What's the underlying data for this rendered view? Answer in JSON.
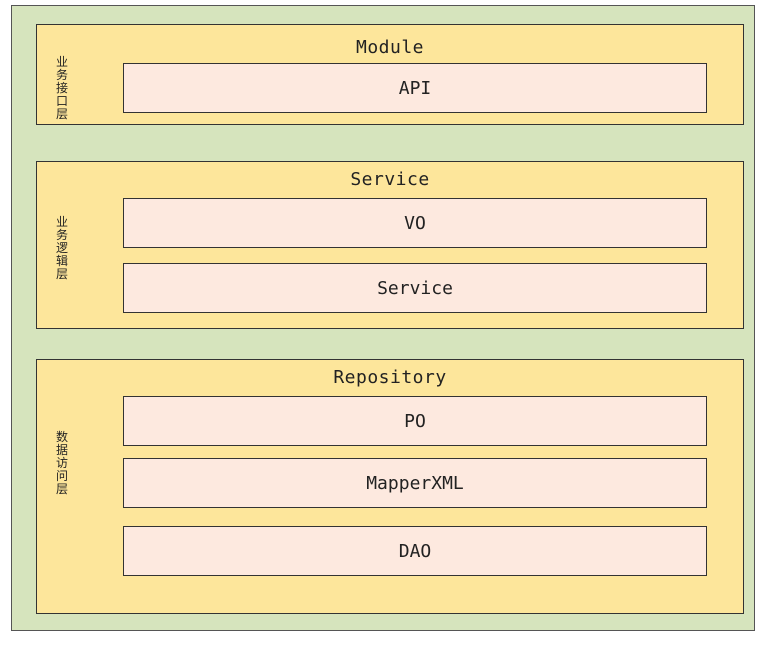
{
  "layers": [
    {
      "side_label": "业务接口层",
      "title": "Module",
      "boxes": [
        "API"
      ]
    },
    {
      "side_label": "业务逻辑层",
      "title": "Service",
      "boxes": [
        "VO",
        "Service"
      ]
    },
    {
      "side_label": "数据访问层",
      "title": "Repository",
      "boxes": [
        "PO",
        "MapperXML",
        "DAO"
      ]
    }
  ],
  "colors": {
    "outer": "#d6e4bd",
    "layer": "#fde69b",
    "box": "#fde9df",
    "border": "#333333"
  }
}
